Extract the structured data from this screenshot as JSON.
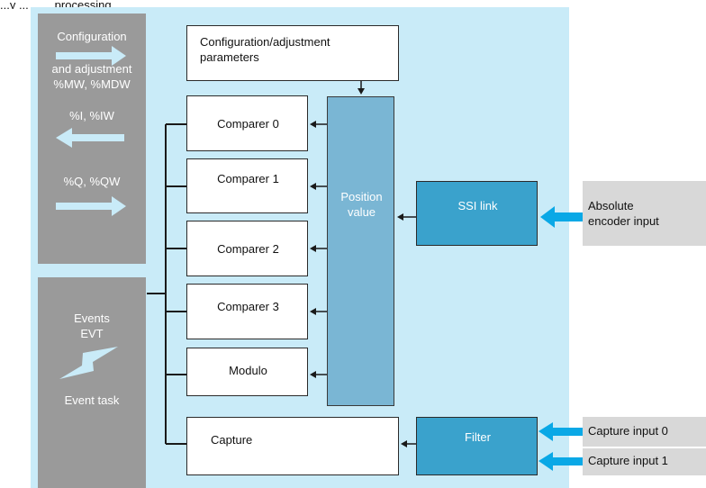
{
  "caption_partial": "...y ... ... ...processing ...",
  "left_panel": {
    "config_label": "Configuration",
    "config_label2": "and adjustment",
    "config_vars": "%MW, %MDW",
    "inputs_vars": "%I, %IW",
    "outputs_vars": "%Q, %QW",
    "events_label": "Events",
    "events_evt": "EVT",
    "event_task": "Event task"
  },
  "blocks": {
    "config_params_line1": "Configuration/adjustment",
    "config_params_line2": "parameters",
    "comparer0": "Comparer 0",
    "comparer1": "Comparer 1",
    "comparer2": "Comparer 2",
    "comparer3": "Comparer 3",
    "modulo": "Modulo",
    "capture": "Capture",
    "position_value_line1": "Position",
    "position_value_line2": "value",
    "ssi_link": "SSI link",
    "filter": "Filter"
  },
  "inputs": {
    "absolute_encoder_line1": "Absolute",
    "absolute_encoder_line2": "encoder input",
    "capture_input0": "Capture input 0",
    "capture_input1": "Capture input 1"
  },
  "colors": {
    "background": "#c9ebf8",
    "panel_grey": "#9a9a9a",
    "position_value": "#7ab6d4",
    "blue_block": "#3aa2cc",
    "arrow_light": "#c9ebf8",
    "arrow_blue": "#0aa8e6"
  }
}
